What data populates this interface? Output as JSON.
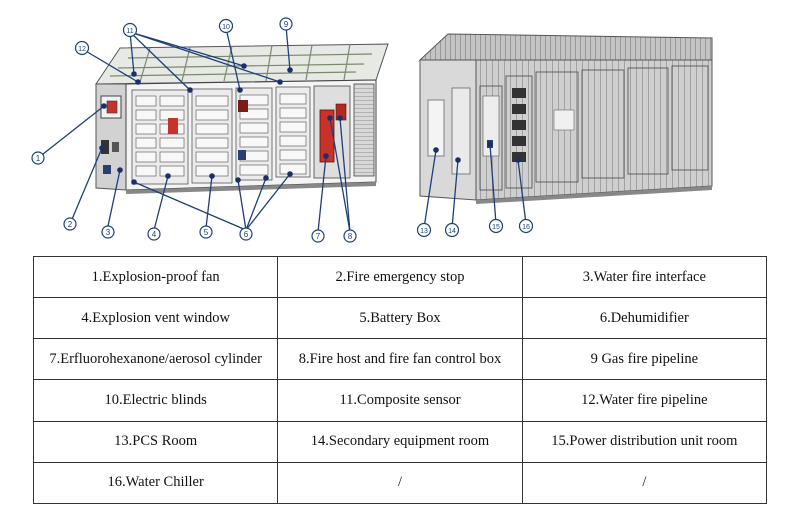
{
  "callout_numbers": [
    "1",
    "2",
    "3",
    "4",
    "5",
    "6",
    "7",
    "8",
    "9",
    "10",
    "11",
    "12",
    "13",
    "14",
    "15",
    "16"
  ],
  "legend_rows": [
    [
      "1.Explosion-proof fan",
      "2.Fire emergency stop",
      "3.Water fire interface"
    ],
    [
      "4.Explosion vent window",
      "5.Battery Box",
      "6.Dehumidifier"
    ],
    [
      "7.Erfluorohexanone/aerosol cylinder",
      "8.Fire host and fire fan control box",
      "9 Gas fire pipeline"
    ],
    [
      "10.Electric blinds",
      "11.Composite sensor",
      "12.Water fire pipeline"
    ],
    [
      "13.PCS Room",
      "14.Secondary equipment room",
      "15.Power distribution unit room"
    ],
    [
      "16.Water Chiller",
      "/",
      "/"
    ]
  ],
  "colors": {
    "accent": "#c8322a",
    "callout": "#1f3f7a",
    "marker": "#1c2f66"
  }
}
